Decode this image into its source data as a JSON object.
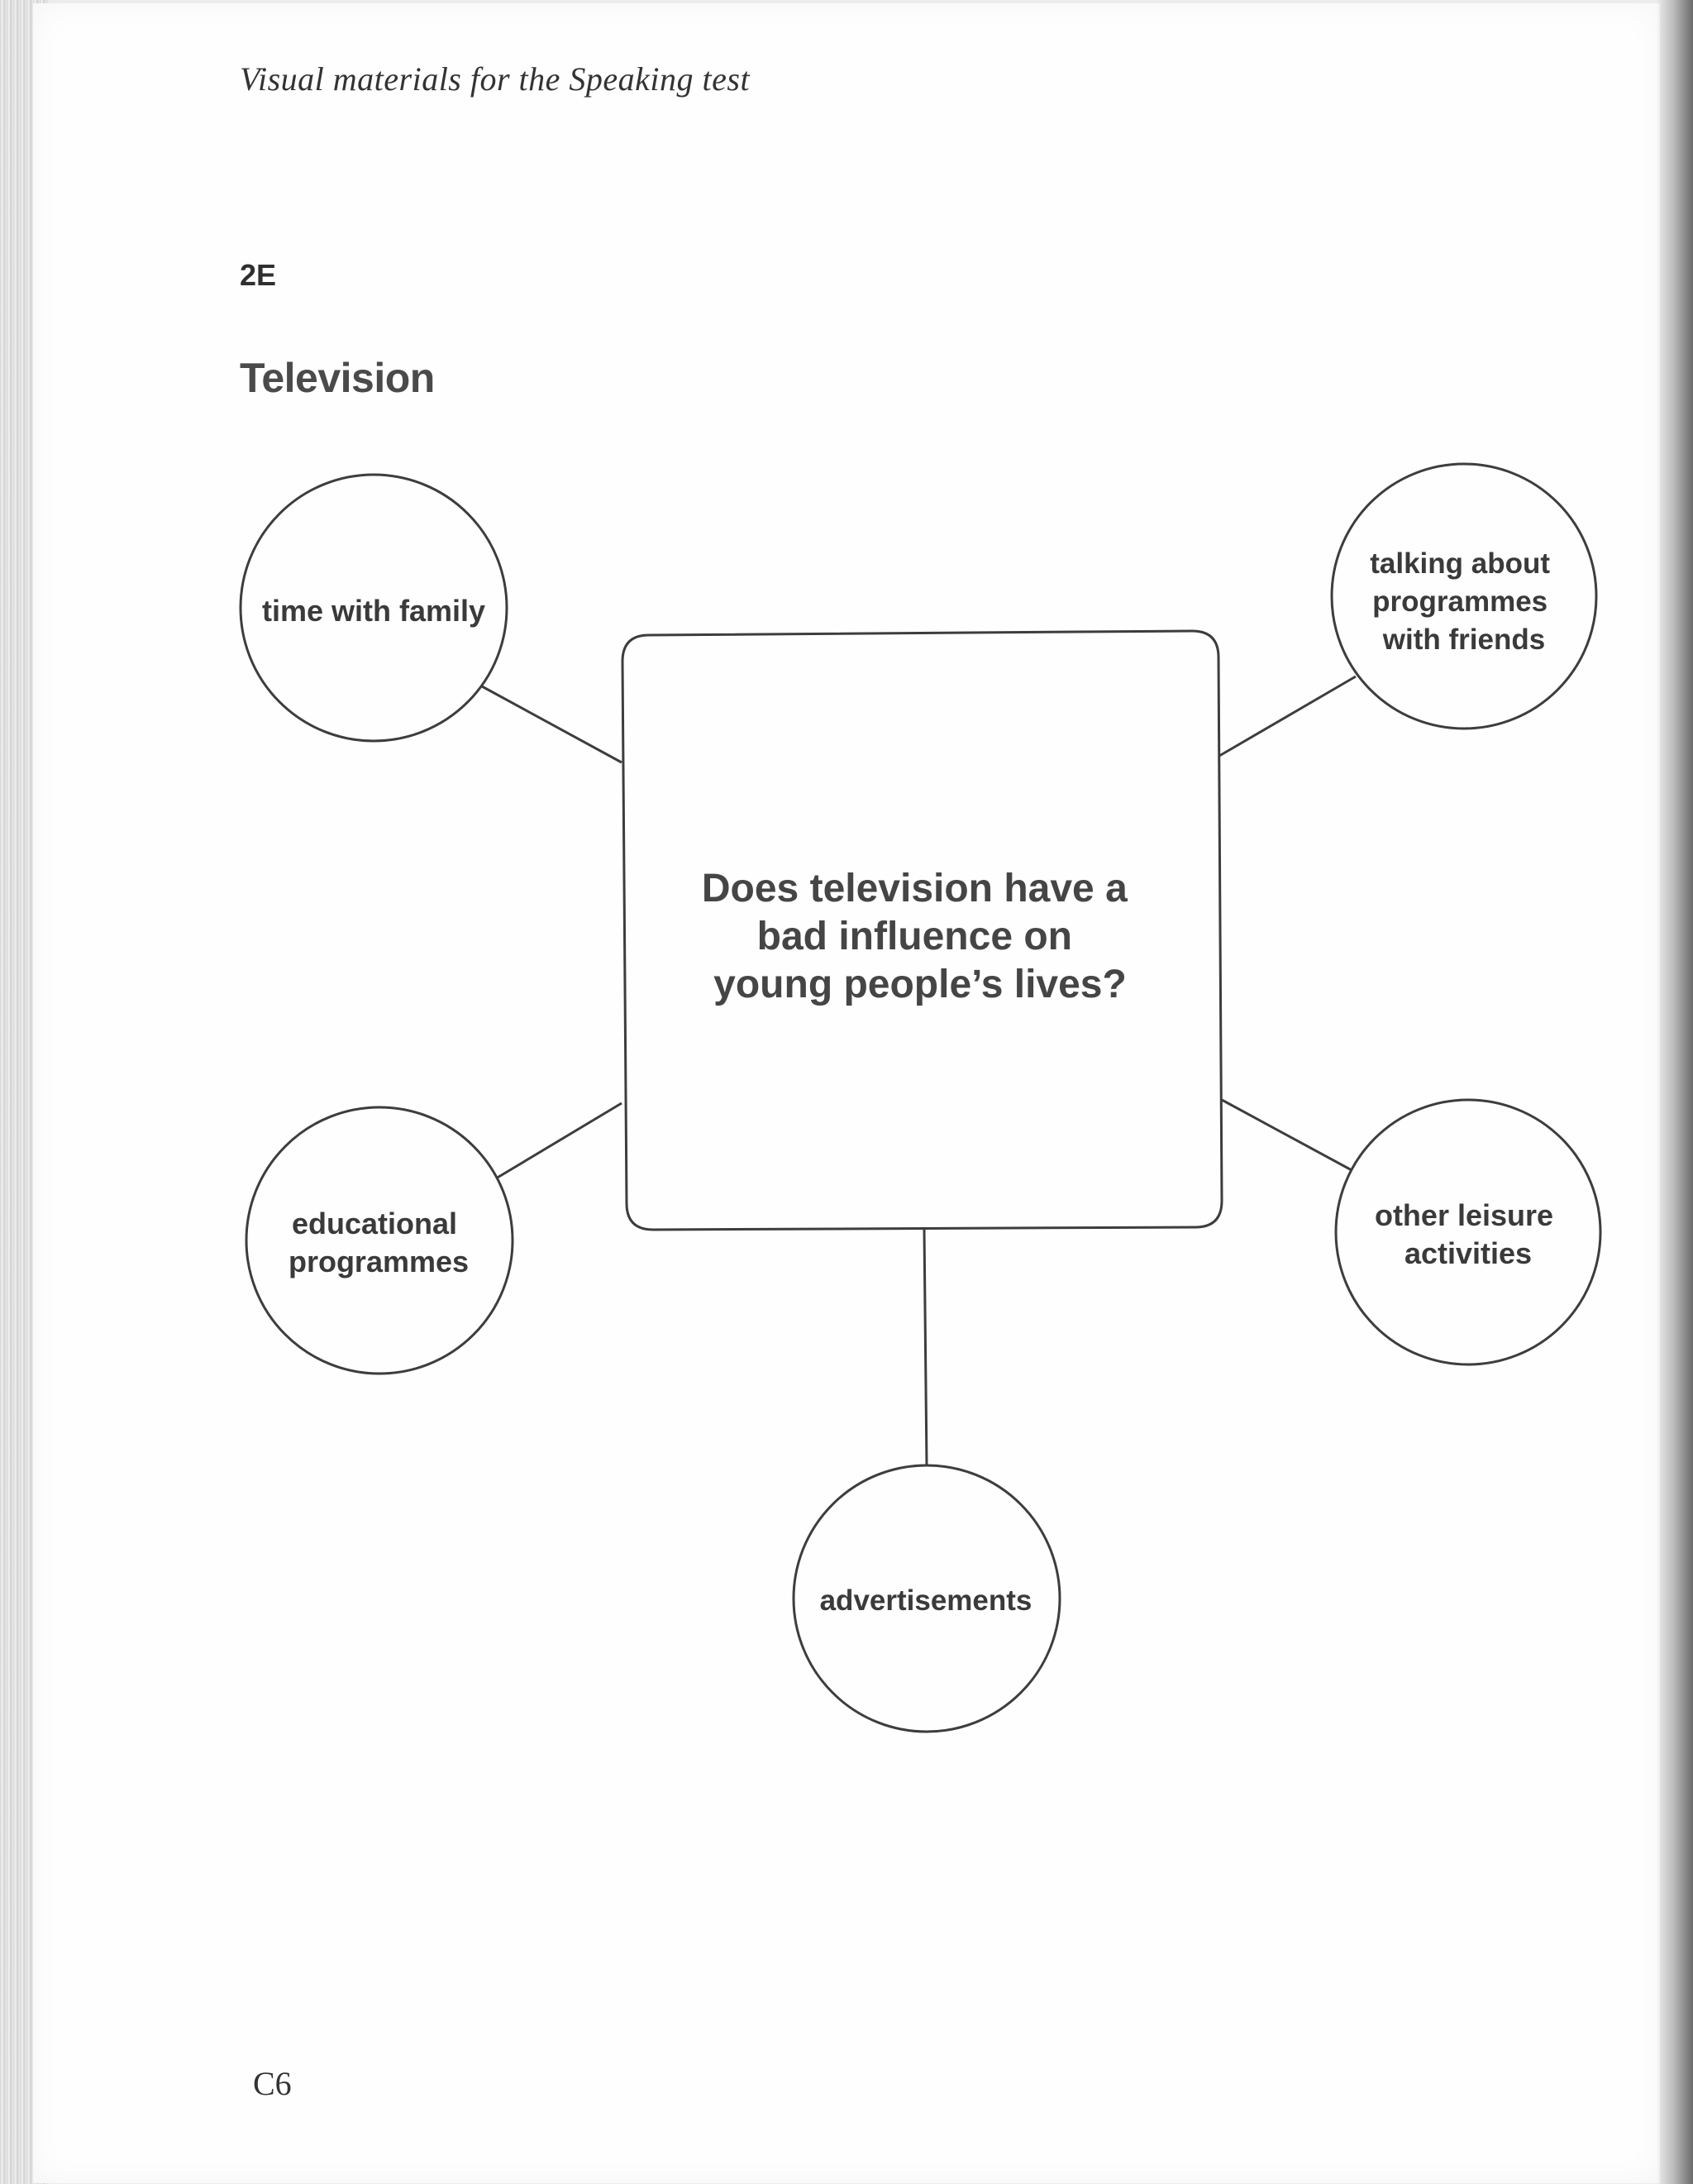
{
  "header": {
    "running_head": "Visual materials for the Speaking test"
  },
  "section": {
    "code": "2E",
    "title": "Television"
  },
  "diagram": {
    "central_question": [
      "Does television have a",
      "bad influence on",
      "young people’s lives?"
    ],
    "prompts": {
      "top_left": [
        "time with family"
      ],
      "top_right": [
        "talking about",
        "programmes",
        "with friends"
      ],
      "bottom_left": [
        "educational",
        "programmes"
      ],
      "bottom_right": [
        "other leisure",
        "activities"
      ],
      "bottom": [
        "advertisements"
      ]
    }
  },
  "footer": {
    "page_number": "C6"
  }
}
